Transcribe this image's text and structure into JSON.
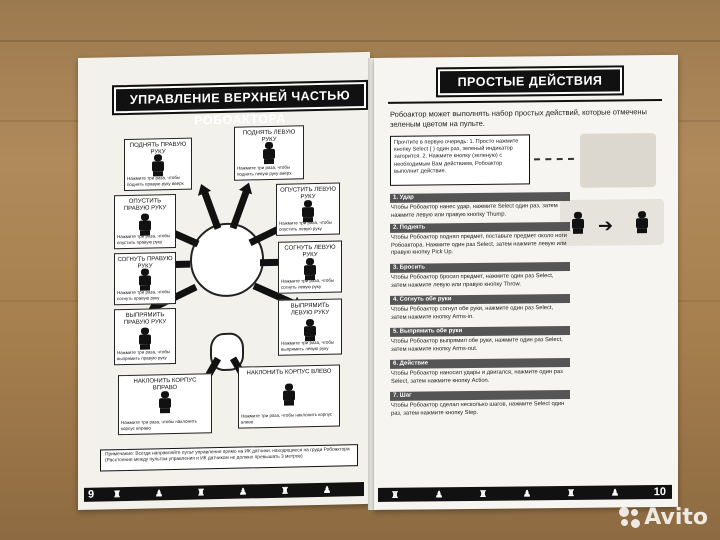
{
  "left_page": {
    "header": "УПРАВЛЕНИЕ ВЕРХНЕЙ ЧАСТЬЮ РОБОАКТОРА",
    "boxes": [
      {
        "title": "ПОДНЯТЬ ПРАВУЮ РУКУ",
        "caption": "Нажмите три раза, чтобы поднять правую руку вверх"
      },
      {
        "title": "ПОДНЯТЬ ЛЕВУЮ РУКУ",
        "caption": "Нажмите три раза, чтобы поднять левую руку вверх"
      },
      {
        "title": "ОПУСТИТЬ ПРАВУЮ РУКУ",
        "caption": "Нажмите три раза, чтобы опустить правую руку"
      },
      {
        "title": "ОПУСТИТЬ ЛЕВУЮ РУКУ",
        "caption": "Нажмите три раза, чтобы опустить левую руку"
      },
      {
        "title": "СОГНУТЬ ПРАВУЮ РУКУ",
        "caption": "Нажмите три раза, чтобы согнуть правую руку"
      },
      {
        "title": "СОГНУТЬ ЛЕВУЮ РУКУ",
        "caption": "Нажмите три раза, чтобы согнуть левую руку"
      },
      {
        "title": "ВЫПРЯМИТЬ ПРАВУЮ РУКУ",
        "caption": "Нажмите три раза, чтобы выпрямить правую руку"
      },
      {
        "title": "ВЫПРЯМИТЬ ЛЕВУЮ РУКУ",
        "caption": "Нажмите три раза, чтобы выпрямить левую руку"
      },
      {
        "title": "НАКЛОНИТЬ КОРПУС ВПРАВО",
        "caption": "Нажмите три раза, чтобы наклонить корпус вправо"
      },
      {
        "title": "НАКЛОНИТЬ КОРПУС ВЛЕВО",
        "caption": "Нажмите три раза, чтобы наклонить корпус влево"
      }
    ],
    "note": "Примечание: Всегда направляйте пульт управления прямо на ИК датчики, находящиеся на груди Робоактора (Расстояние между пультом управления и ИК датчиком не должно превышать 3 метров)",
    "page_number": "9"
  },
  "right_page": {
    "header": "ПРОСТЫЕ ДЕЙСТВИЯ",
    "intro": "Робоактор может выполнять набор простых действий, которые отмечены зеленым цветом на пульте.",
    "tip": "Прочтите в первую очередь: 1. Просто нажмите кнопку Select ( ) один раз, зеленый индикатор загорится. 2. Нажмите кнопку (зеленую) с необходимым Вам действием, Робоактор выполнит действие.",
    "sections": [
      {
        "title": "1. Удар",
        "text": "Чтобы Робоактор нанес удар, нажмите Select один раз, затем нажмите левую или правую кнопку Thump."
      },
      {
        "title": "2. Поднять",
        "text": "Чтобы Робоактор поднял предмет, поставьте предмет около ноги Робоактора. Нажмите один раз Select, затем нажмите левую или правую кнопку Pick Up."
      },
      {
        "title": "3. Бросить",
        "text": "Чтобы Робоактор бросил предмет, нажмите один раз Select, затем нажмите левую или правую кнопку Throw."
      },
      {
        "title": "4. Согнуть обе руки",
        "text": "Чтобы Робоактор согнул обе руки, нажмите один раз Select, затем нажмите кнопку Arms-in."
      },
      {
        "title": "5. Выпрямить обе руки",
        "text": "Чтобы Робоактор выпрямил обе руки, нажмите один раз Select, затем нажмите кнопку Arms-out."
      },
      {
        "title": "6. Действие",
        "text": "Чтобы Робоактор наносил удары и двигался, нажмите один раз Select, затем нажмите кнопку Action."
      },
      {
        "title": "7. Шаг",
        "text": "Чтобы Робоактор сделал несколько шагов, нажмите Select один раз, затем нажмите кнопку Step."
      }
    ],
    "page_number": "10"
  },
  "watermark": "Avito",
  "colors": {
    "ink": "#111111",
    "paper": "#f4f3ee",
    "wood": "#a7804f",
    "section_bar": "#555555"
  }
}
